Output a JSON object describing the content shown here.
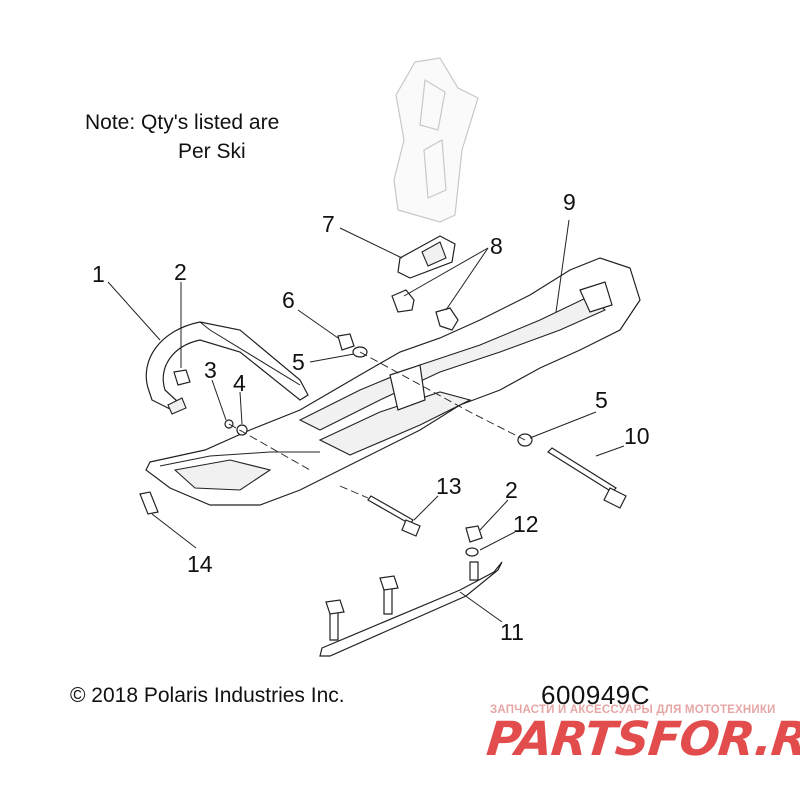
{
  "note": {
    "line1": "Note: Qty's listed are",
    "line2": "Per Ski"
  },
  "footer": {
    "copyright": "© 2018 Polaris Industries Inc.",
    "diagram_number": "600949C"
  },
  "watermark": {
    "tagline": "ЗАПЧАСТИ И АКСЕССУАРЫ ДЛЯ МОТОТЕХНИКИ",
    "brand": "PARTSFOR.RU"
  },
  "callouts": {
    "c1": "1",
    "c2_top": "2",
    "c2_bottom": "2",
    "c3": "3",
    "c4": "4",
    "c5_left": "5",
    "c5_right": "5",
    "c6": "6",
    "c7": "7",
    "c8": "8",
    "c9": "9",
    "c10": "10",
    "c11": "11",
    "c12": "12",
    "c13": "13",
    "c14": "14"
  }
}
